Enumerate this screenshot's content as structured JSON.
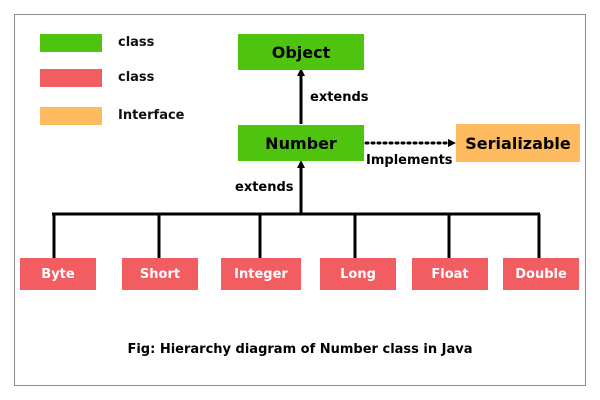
{
  "colors": {
    "class_green": "#4ec40f",
    "class_red": "#f25d62",
    "interface_orange": "#fdba5e"
  },
  "legend": [
    {
      "label": "class",
      "color": "#4ec40f"
    },
    {
      "label": "class",
      "color": "#f25d62"
    },
    {
      "label": "Interface",
      "color": "#fdba5e"
    }
  ],
  "nodes": {
    "object": "Object",
    "number": "Number",
    "serializable": "Serializable"
  },
  "edges": {
    "number_to_object": "extends",
    "children_to_number": "extends",
    "number_to_serializable": "Implements"
  },
  "subclasses": [
    "Byte",
    "Short",
    "Integer",
    "Long",
    "Float",
    "Double"
  ],
  "caption": "Fig: Hierarchy diagram of Number class in Java"
}
